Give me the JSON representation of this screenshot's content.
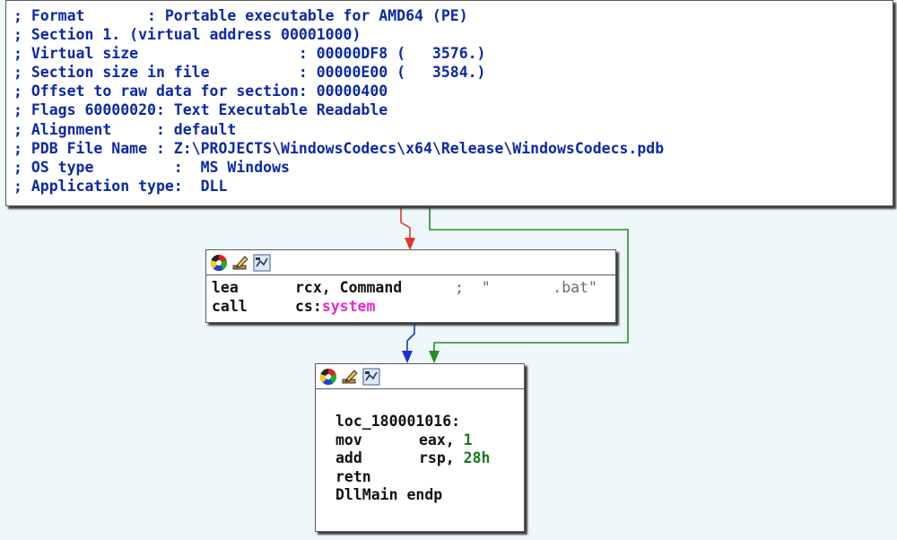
{
  "header_block": {
    "lines": [
      "; Format       : Portable executable for AMD64 (PE)",
      "; Section 1. (virtual address 00001000)",
      "; Virtual size                  : 00000DF8 (   3576.)",
      "; Section size in file          : 00000E00 (   3584.)",
      "; Offset to raw data for section: 00000400",
      "; Flags 60000020: Text Executable Readable",
      "; Alignment     : default",
      "; PDB File Name : Z:\\PROJECTS\\WindowsCodecs\\x64\\Release\\WindowsCodecs.pdb",
      "; OS type         :  MS Windows",
      "; Application type:  DLL"
    ]
  },
  "node_call": {
    "l1_mnemonic": "lea",
    "l1_op": "rcx, Command",
    "l1_comment": ";  \"       .bat\"",
    "l2_mnemonic": "call",
    "l2_seg": "cs:",
    "l2_target": "system"
  },
  "node_ret": {
    "label": "loc_180001016:",
    "l1_mnemonic": "mov",
    "l1_reg": "eax, ",
    "l1_val": "1",
    "l2_mnemonic": "add",
    "l2_reg": "rsp, ",
    "l2_val": "28h",
    "l3_mnemonic": "retn",
    "l4_text": "DllMain endp"
  },
  "colors": {
    "edge_false": "#e03a2a",
    "edge_true": "#2a8a2a",
    "edge_normal": "#2030d0",
    "comment_text": "#0b28a8"
  }
}
